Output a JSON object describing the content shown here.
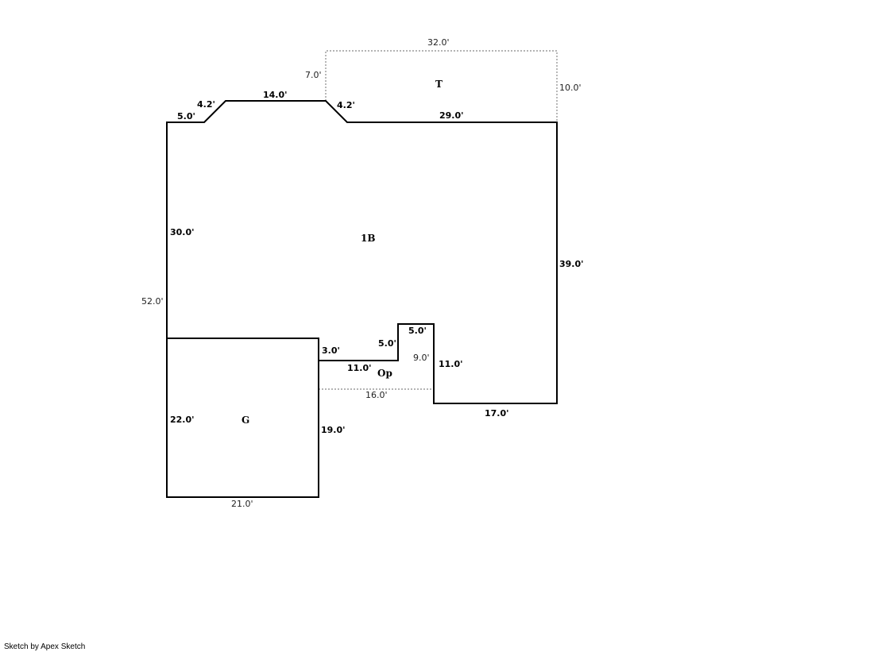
{
  "areas": {
    "main": "1B",
    "garage": "G",
    "porch": "Op",
    "top": "T"
  },
  "dimensions": {
    "top_width": "32.0'",
    "top_left": "7.0'",
    "top_right": "10.0'",
    "top_bottom": "29.0'",
    "left_step": "5.0'",
    "left_bevel": "4.2'",
    "top_middle": "14.0'",
    "right_bevel": "4.2'",
    "main_left": "30.0'",
    "overall_left": "52.0'",
    "main_right": "39.0'",
    "garage_left": "22.0'",
    "garage_right": "19.0'",
    "garage_bottom": "21.0'",
    "porch_step_up": "3.0'",
    "porch_inner_bottom": "11.0'",
    "porch_step_vertical": "5.0'",
    "porch_top": "5.0'",
    "porch_right_inner": "9.0'",
    "porch_right_outer": "11.0'",
    "porch_open_bottom": "16.0'",
    "main_bottom_right": "17.0'"
  },
  "footer": "Sketch by Apex Sketch"
}
